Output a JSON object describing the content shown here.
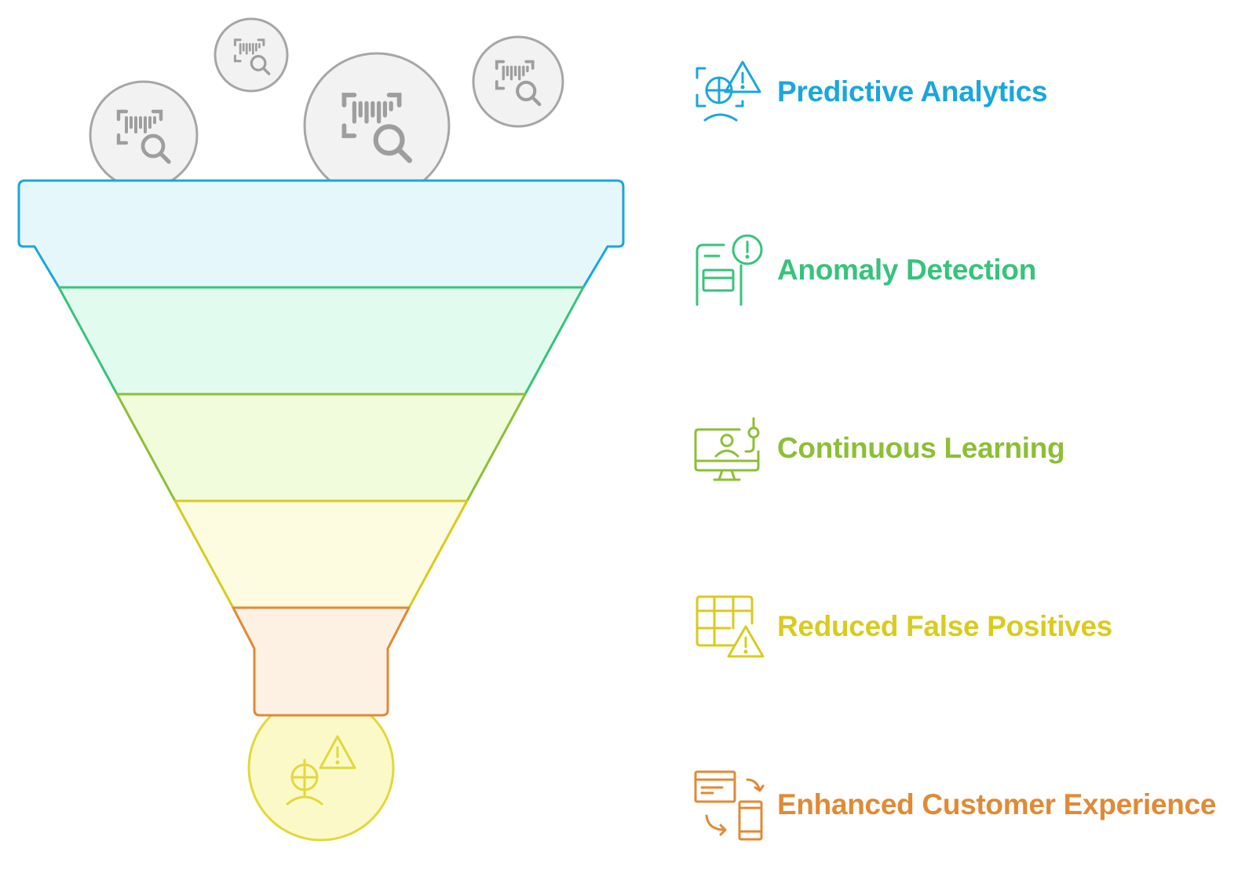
{
  "stages": [
    {
      "label": "Predictive Analytics",
      "color": "#1ba6dc",
      "fill": "#e6f7fc",
      "icon": "predictive-analytics-icon"
    },
    {
      "label": "Anomaly Detection",
      "color": "#37c37b",
      "fill": "#e1fcee",
      "icon": "anomaly-detection-icon"
    },
    {
      "label": "Continuous Learning",
      "color": "#8cbf36",
      "fill": "#f1fcdc",
      "icon": "continuous-learning-icon"
    },
    {
      "label": "Reduced False Positives",
      "color": "#d9cb1f",
      "fill": "#fdfbe0",
      "icon": "reduced-false-positives-icon"
    },
    {
      "label": "Enhanced Customer Experience",
      "color": "#e08a35",
      "fill": "#fdf1e4",
      "icon": "enhanced-customer-experience-icon"
    }
  ],
  "input_bubbles": {
    "icon": "barcode-search-icon",
    "count": 4,
    "color": "#9e9e9e"
  },
  "output_bubble": {
    "icon": "person-currency-alert-icon",
    "color": "#e2d83a"
  }
}
